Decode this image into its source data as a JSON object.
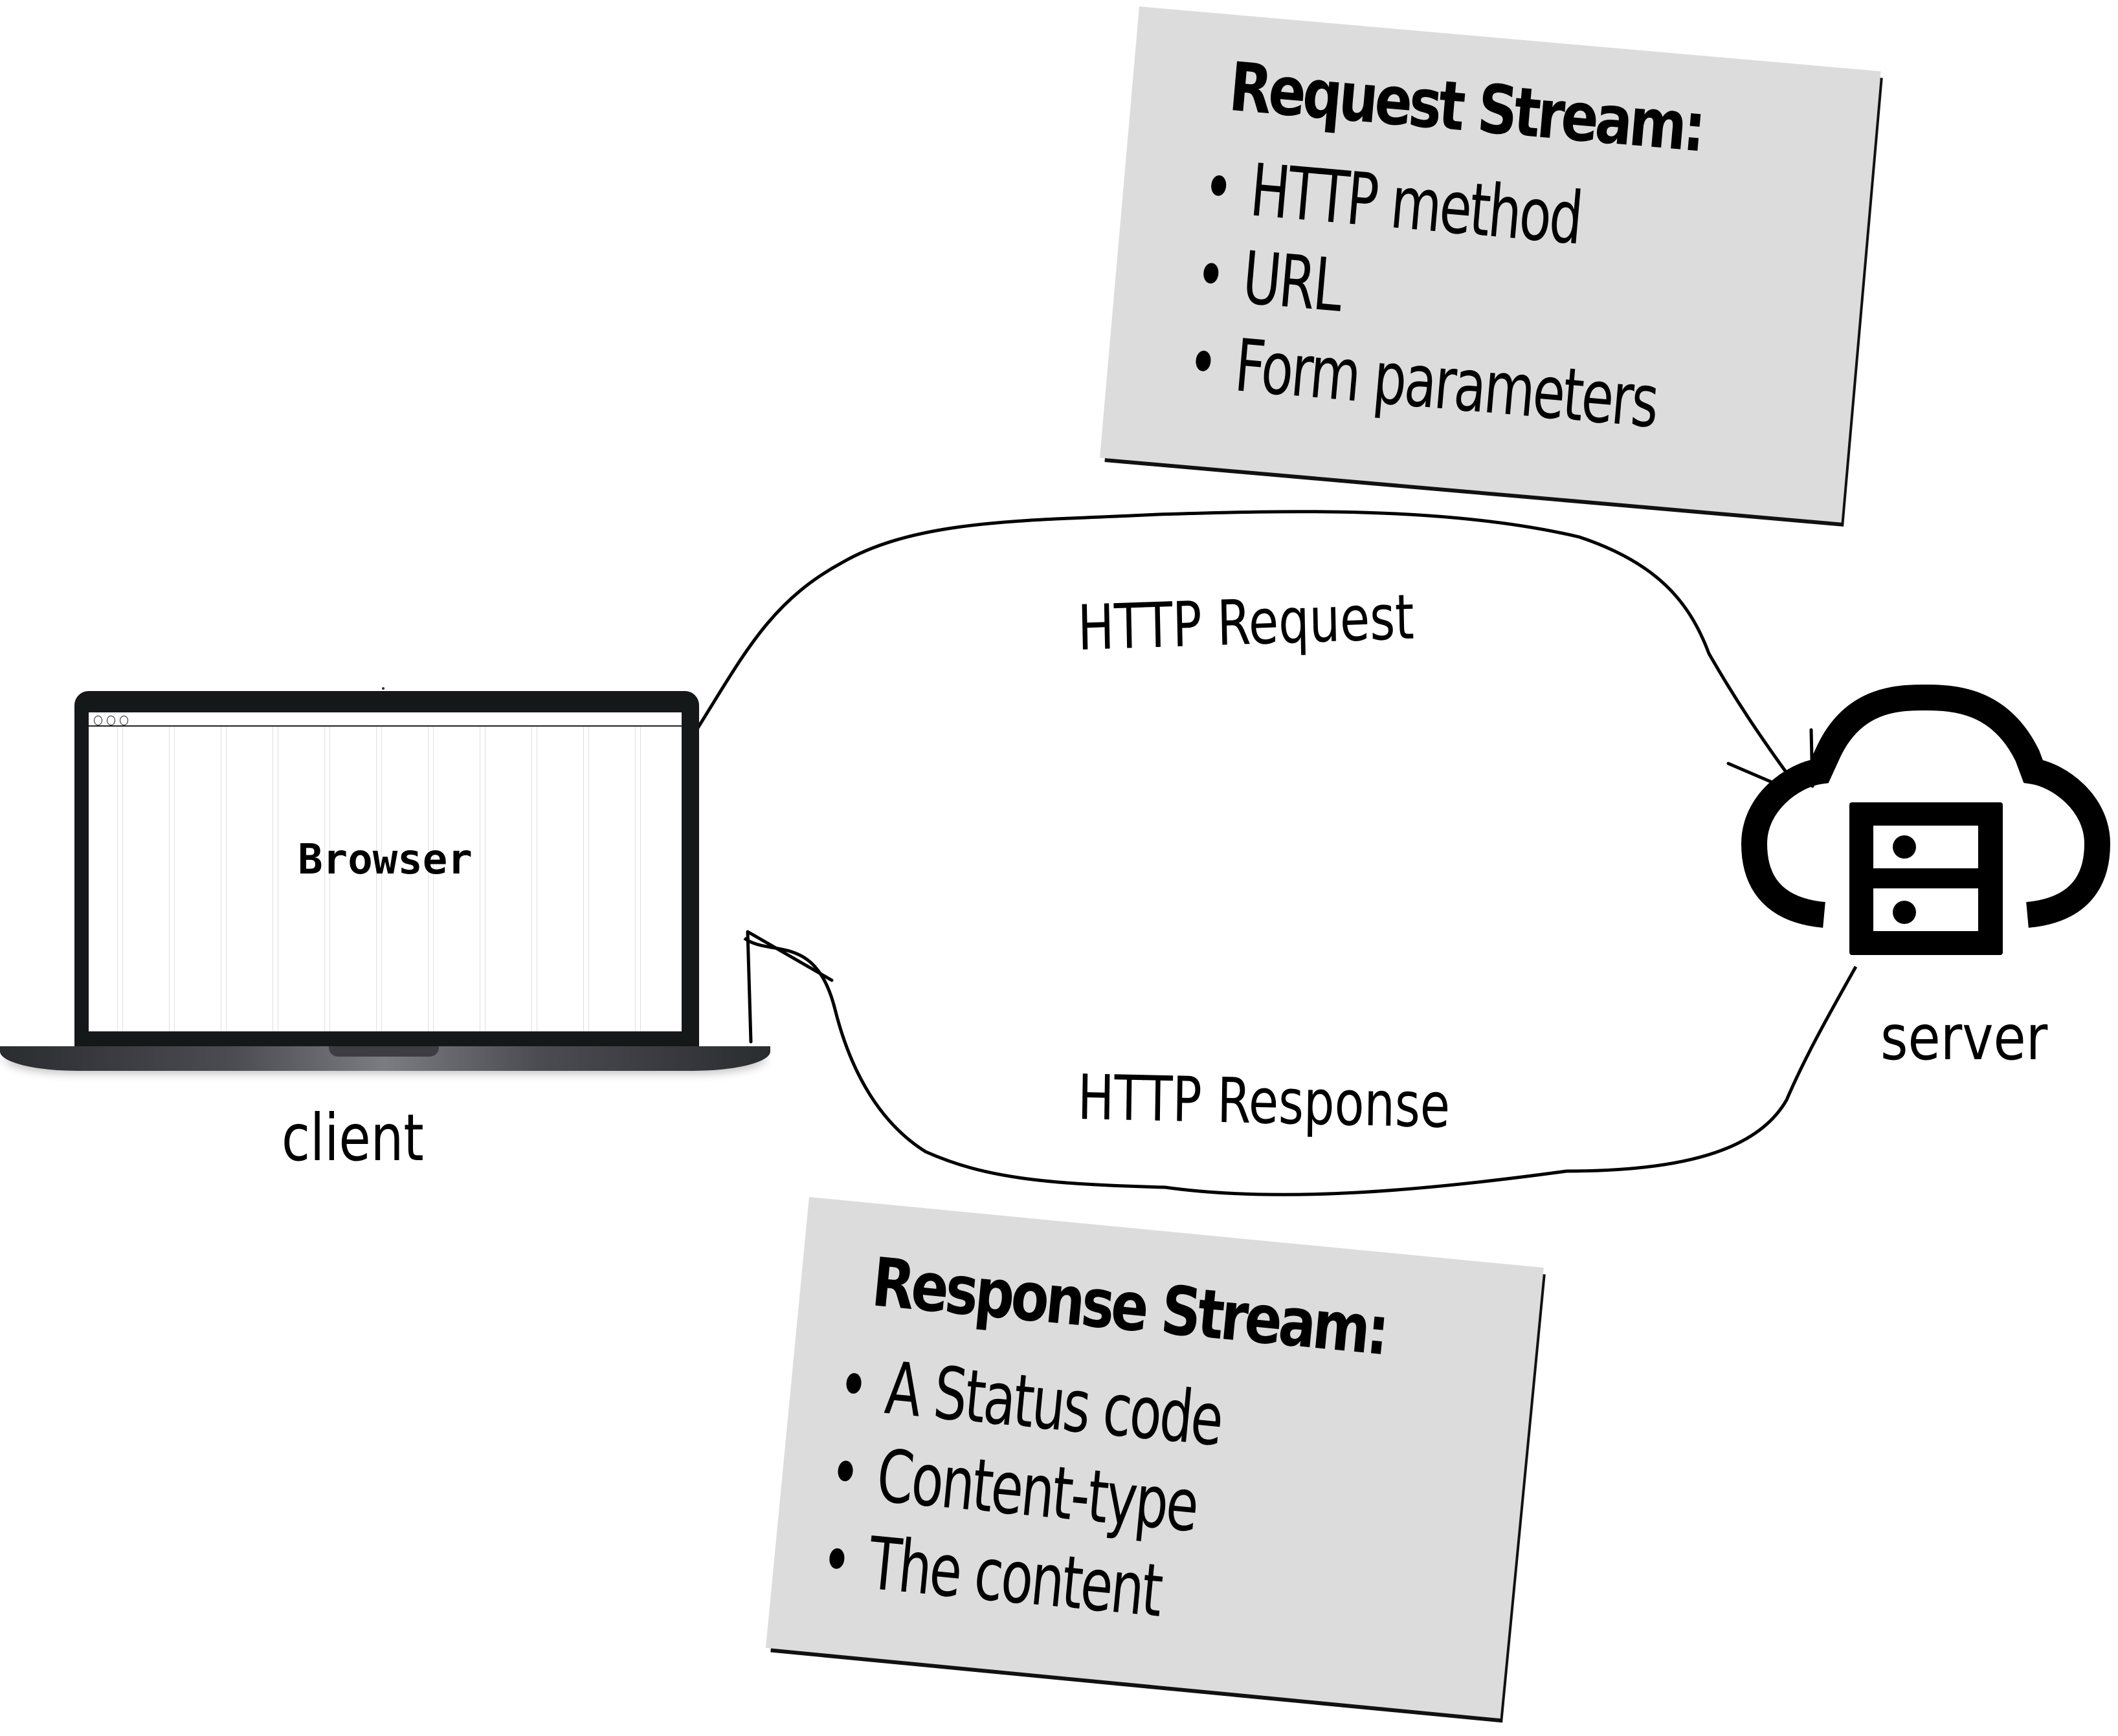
{
  "request_card": {
    "title": "Request Stream:",
    "items": [
      "HTTP method",
      "URL",
      "Form parameters"
    ]
  },
  "response_card": {
    "title": "Response Stream:",
    "items": [
      "A Status code",
      "Content-type",
      "The content"
    ]
  },
  "arrows": {
    "request_label": "HTTP Request",
    "response_label": "HTTP Response"
  },
  "client": {
    "screen_label": "Browser",
    "caption": "client"
  },
  "server": {
    "caption": "server"
  },
  "colors": {
    "card_fill": "#dcdcdc",
    "laptop_body": "#151819",
    "laptop_base": "#3a3c40",
    "ink": "#000000"
  }
}
